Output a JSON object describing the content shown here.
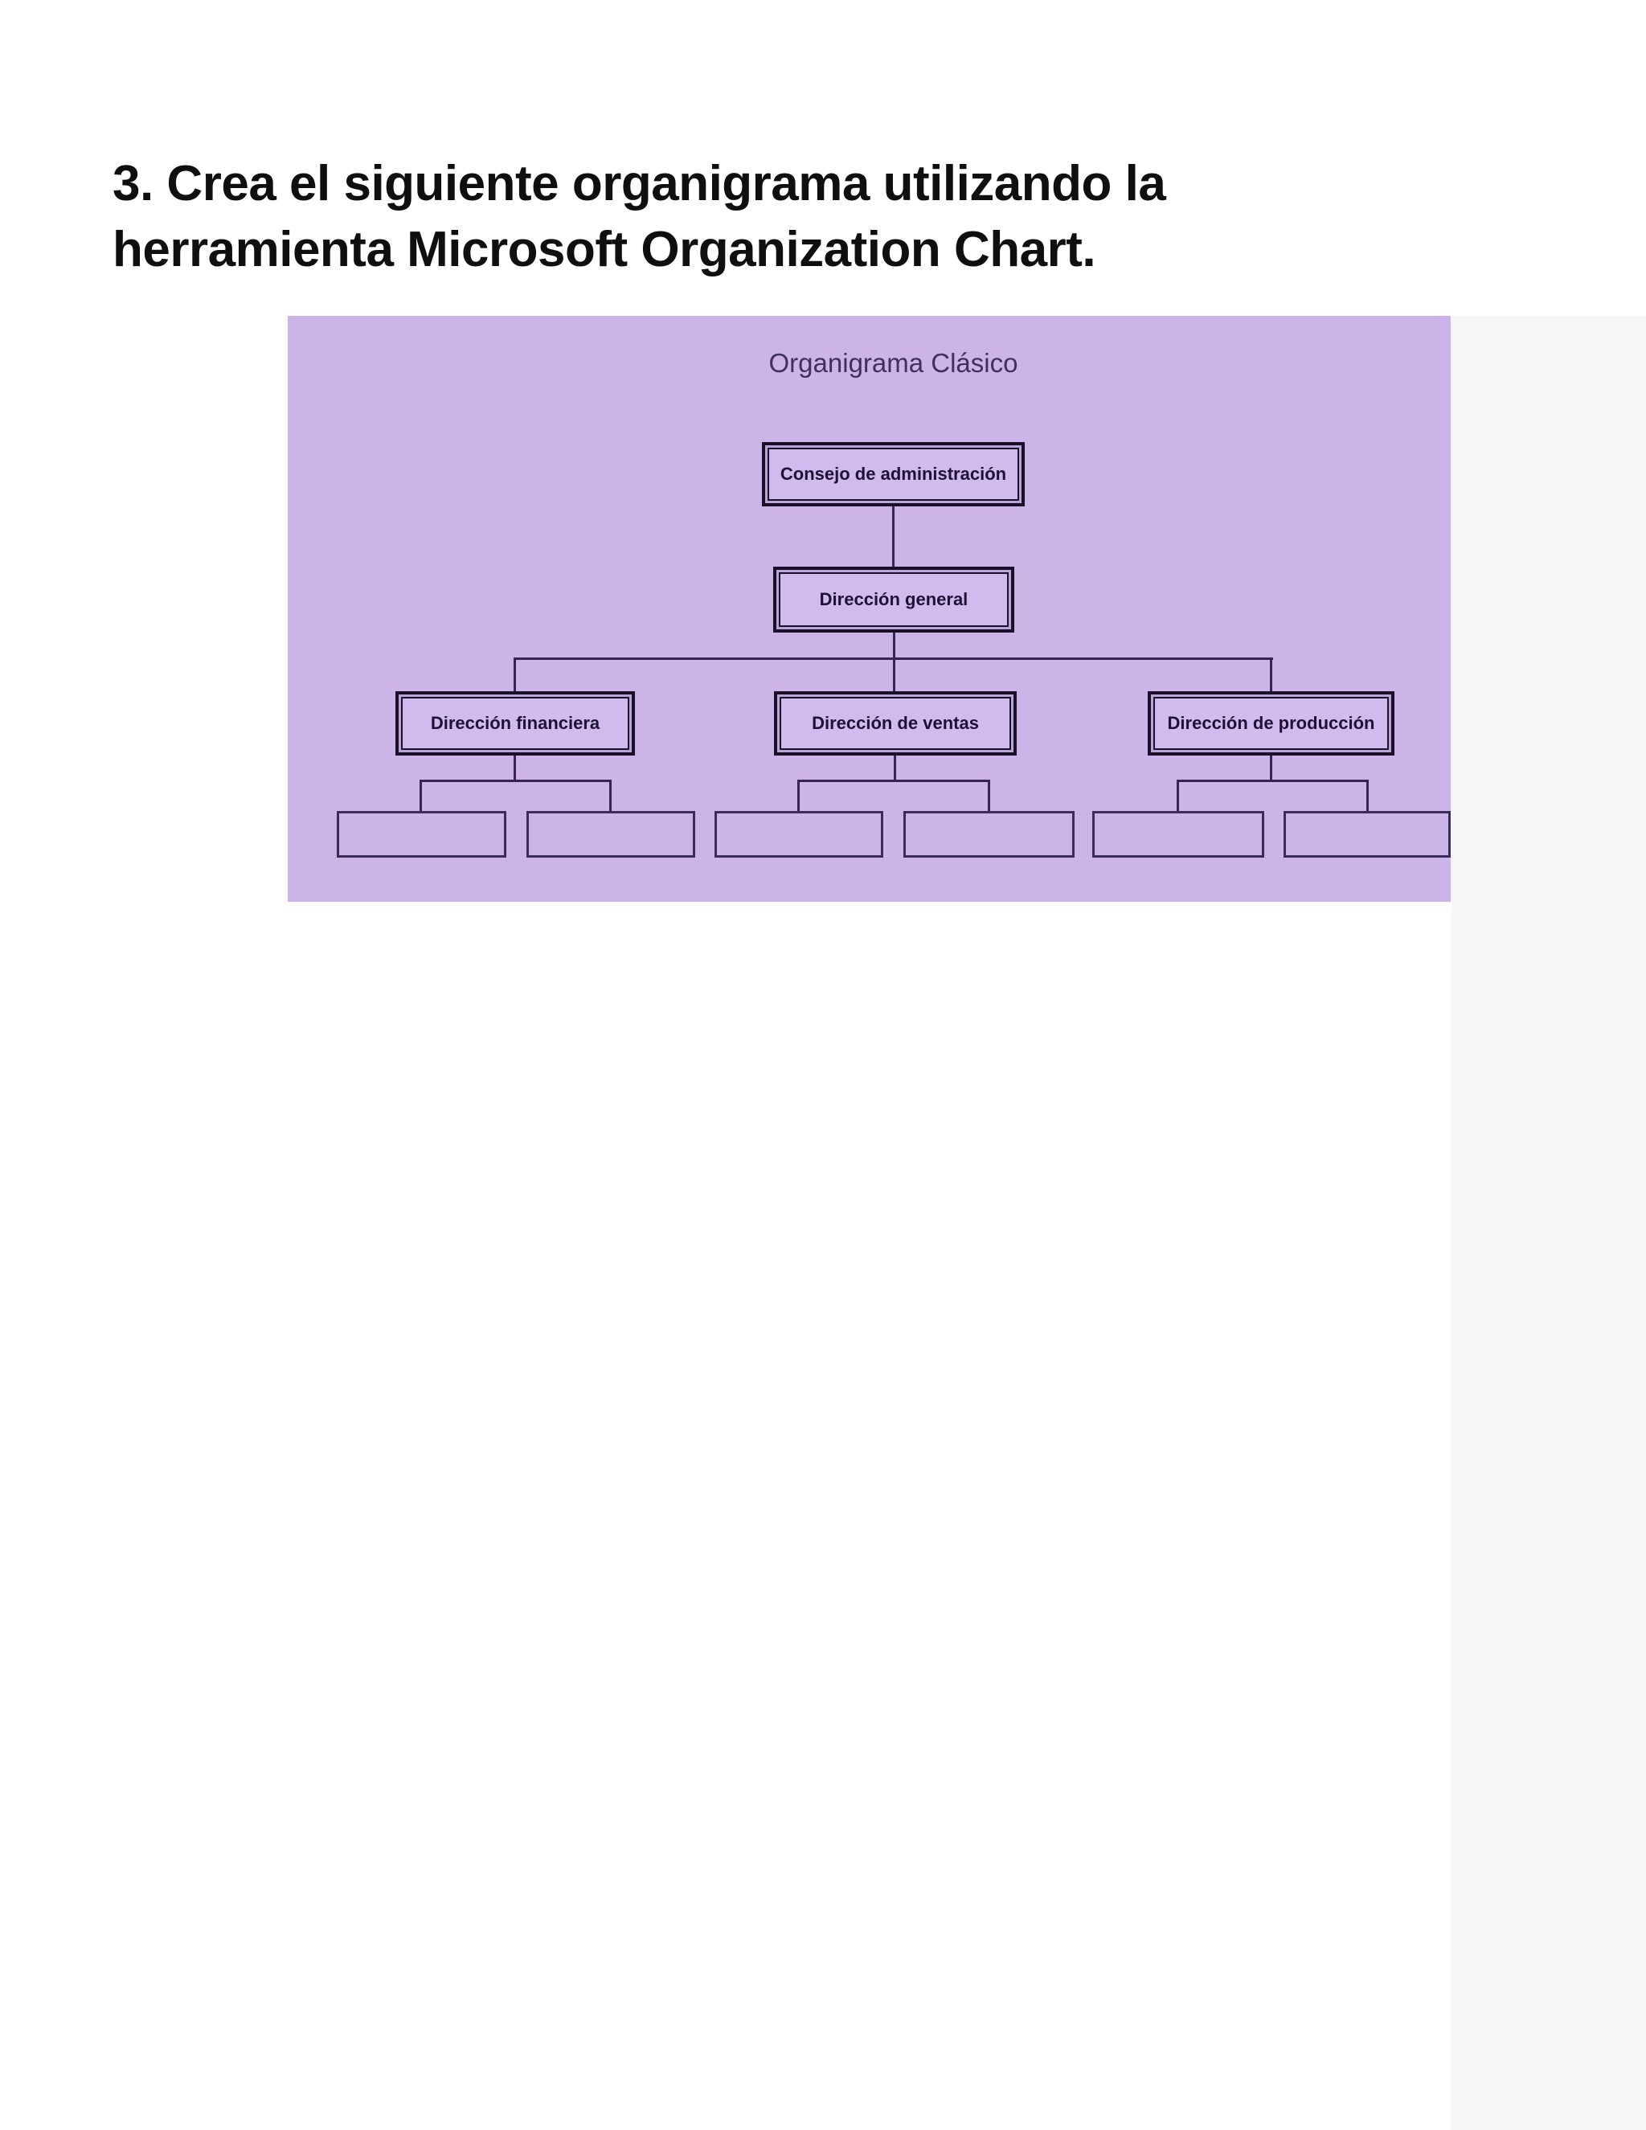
{
  "heading": {
    "line1": "3. Crea el siguiente organigrama utilizando la",
    "line2": "herramienta Microsoft Organization Chart."
  },
  "diagram": {
    "title": "Organigrama Clásico",
    "levels": {
      "level1": {
        "label": "Consejo de administración"
      },
      "level2": {
        "label": "Dirección general"
      },
      "level3": [
        {
          "label": "Dirección financiera"
        },
        {
          "label": "Dirección de ventas"
        },
        {
          "label": "Dirección de producción"
        }
      ],
      "level4": {
        "empty_box_count": 6
      }
    }
  },
  "colors": {
    "chart_background": "#ccb4e9",
    "box_fill": "#d0baee",
    "box_border_dark": "#1a1128",
    "empty_box_border": "#3a2b58",
    "connector": "#342650",
    "title_text": "#40305f",
    "heading_text": "#0f0f0f",
    "right_strip": "#f7f7f7"
  }
}
